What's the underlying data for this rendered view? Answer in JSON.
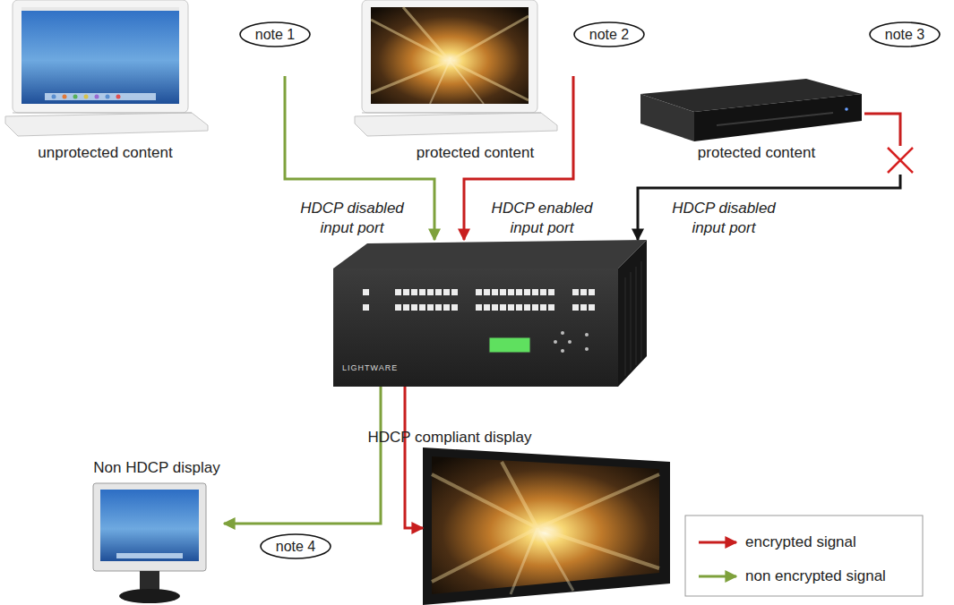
{
  "diagram": {
    "nodes": [
      {
        "text": [
          "unprotected content"
        ]
      },
      {
        "text": [
          "note 1"
        ]
      },
      {
        "text": [
          "protected content"
        ]
      },
      {
        "text": [
          "note 2"
        ]
      },
      {
        "text": [
          "note 3"
        ]
      },
      {
        "text": [
          "protected content"
        ]
      },
      {
        "text": [
          "LIGHTWARE"
        ]
      },
      {
        "text": [
          "Non HDCP display"
        ]
      },
      {
        "text": [
          "HDCP compliant display"
        ]
      },
      {
        "text": [
          "note 4"
        ]
      }
    ],
    "edges": [
      {
        "from": 0,
        "to": 6,
        "arrow": "to",
        "label": "HDCP disabled input port"
      },
      {
        "from": 2,
        "to": 6,
        "arrow": "to",
        "label": "HDCP enabled input port"
      },
      {
        "from": 5,
        "to": 6,
        "arrow": "to",
        "label": "HDCP disabled input port"
      },
      {
        "from": 6,
        "to": 7,
        "arrow": "to"
      },
      {
        "from": 6,
        "to": 8,
        "arrow": "to"
      }
    ],
    "legend": [
      {
        "text": "encrypted signal"
      },
      {
        "text": "non encrypted signal"
      }
    ]
  }
}
